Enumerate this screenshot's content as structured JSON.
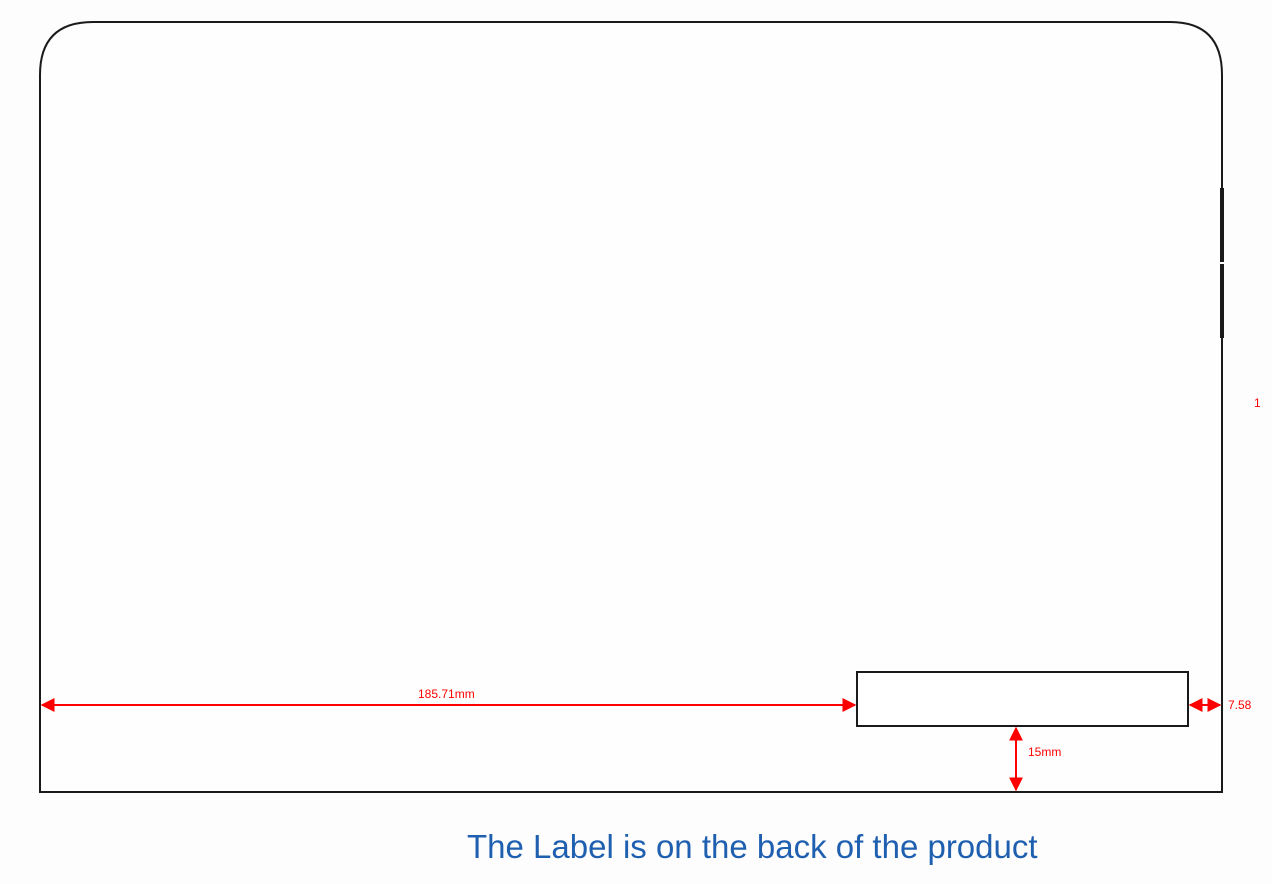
{
  "dimensions": {
    "label_left_offset": "185.71mm",
    "label_bottom_offset": "15mm",
    "label_right_offset": "7.58",
    "height_partial": "1"
  },
  "caption": {
    "text": "The Label is on the back of the product"
  },
  "colors": {
    "outline": "#1a1a1a",
    "dimension": "#ff0000",
    "caption": "#1f5fb0"
  }
}
